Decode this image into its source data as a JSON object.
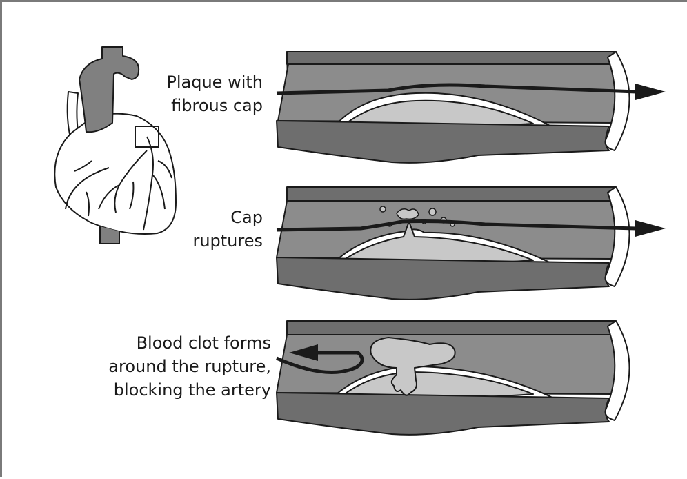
{
  "labels": {
    "stage1": [
      "Plaque with",
      "fibrous cap"
    ],
    "stage2": [
      "Cap",
      "ruptures"
    ],
    "stage3": [
      "Blood clot forms",
      "around the rupture,",
      "blocking the artery"
    ]
  },
  "colors": {
    "vessel_wall": "#6e6e6e",
    "vessel_lumen": "#8c8c8c",
    "plaque_core": "#c8c8c8",
    "fibrous_cap": "#ffffff",
    "outline": "#1a1a1a",
    "heart_fill": "#ffffff",
    "aorta_fill": "#808080"
  }
}
